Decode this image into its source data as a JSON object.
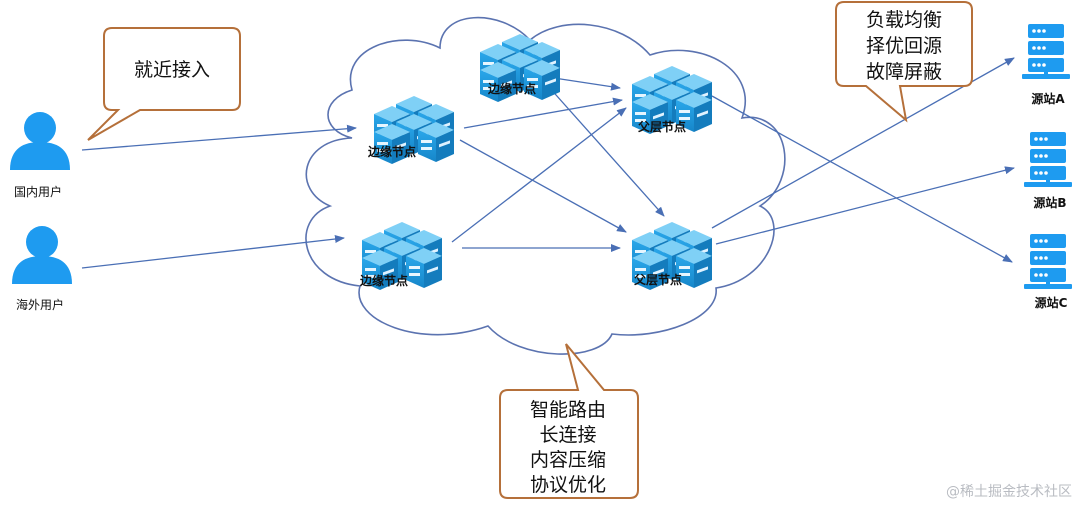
{
  "users": {
    "domestic_label": "国内用户",
    "overseas_label": "海外用户"
  },
  "nodes": {
    "edge_label": "边缘节点",
    "parent_label": "父层节点"
  },
  "origins": {
    "a": "源站A",
    "b": "源站B",
    "c": "源站C"
  },
  "callouts": {
    "nearby": {
      "lines": [
        "就近接入"
      ]
    },
    "routing": {
      "lines": [
        "智能路由",
        "长连接",
        "内容压缩",
        "协议优化"
      ]
    },
    "balance": {
      "lines": [
        "负载均衡",
        "择优回源",
        "故障屏蔽"
      ]
    }
  },
  "watermark": "@稀土掘金技术社区",
  "colors": {
    "user": "#1e9bf0",
    "server": "#1e9bf0",
    "node_blue": "#2a9fe0",
    "arrow": "#4a6fb5",
    "cloud": "#5b73b0",
    "callout_border": "#b5703a"
  }
}
